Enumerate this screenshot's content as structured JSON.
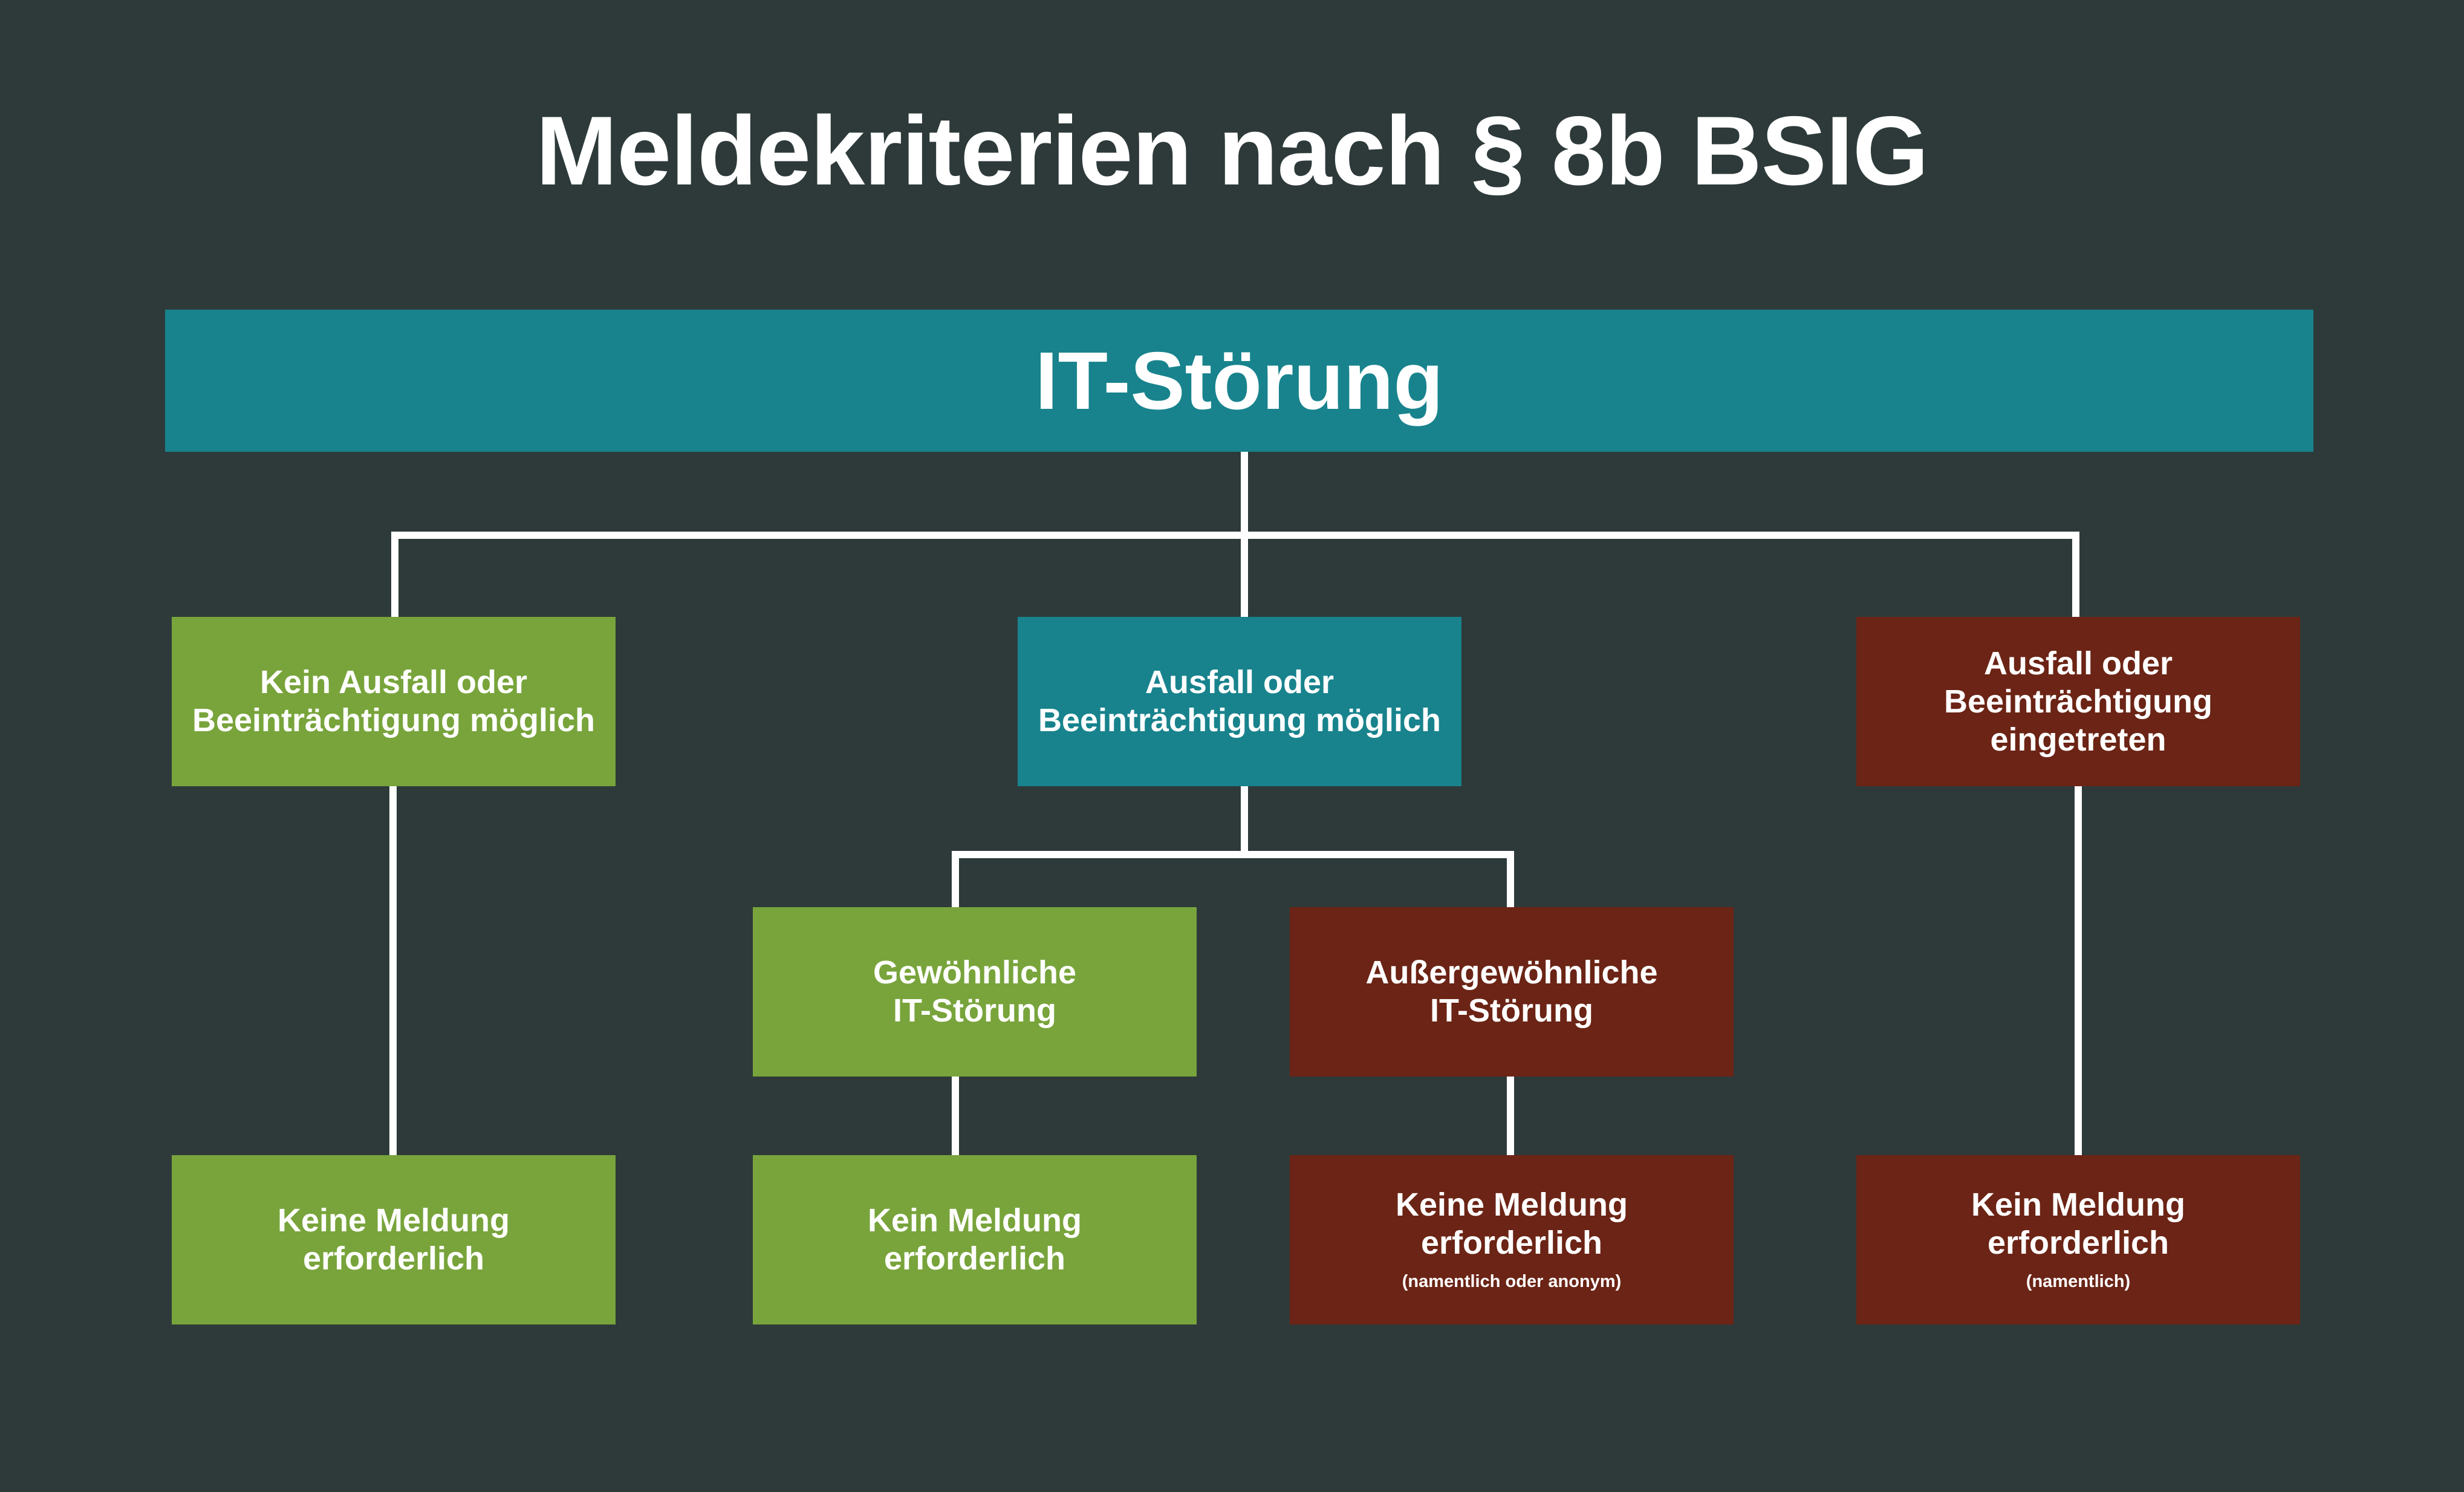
{
  "title": "Meldekriterien nach § 8b BSIG",
  "root": {
    "label": "IT-Störung"
  },
  "colors": {
    "background": "#2e3a3a",
    "green": "#78a43b",
    "teal": "#18838d",
    "brown": "#6b2415",
    "line": "#ffffff"
  },
  "nodes": {
    "kein_ausfall": {
      "label": "Kein Ausfall oder\nBeeinträchtigung möglich"
    },
    "ausfall_moeglich": {
      "label": "Ausfall oder\nBeeinträchtigung möglich"
    },
    "ausfall_eingetreten": {
      "label": "Ausfall oder\nBeeinträchtigung\neingetreten"
    },
    "gewoehnlich": {
      "label": "Gewöhnliche\nIT-Störung"
    },
    "aussergewoehnlich": {
      "label": "Außergewöhnliche\nIT-Störung"
    },
    "result_1": {
      "label": "Keine Meldung\nerforderlich"
    },
    "result_2": {
      "label": "Kein Meldung\nerforderlich"
    },
    "result_3": {
      "label": "Keine Meldung\nerforderlich",
      "note": "(namentlich oder anonym)"
    },
    "result_4": {
      "label": "Kein Meldung\nerforderlich",
      "note": "(namentlich)"
    }
  }
}
